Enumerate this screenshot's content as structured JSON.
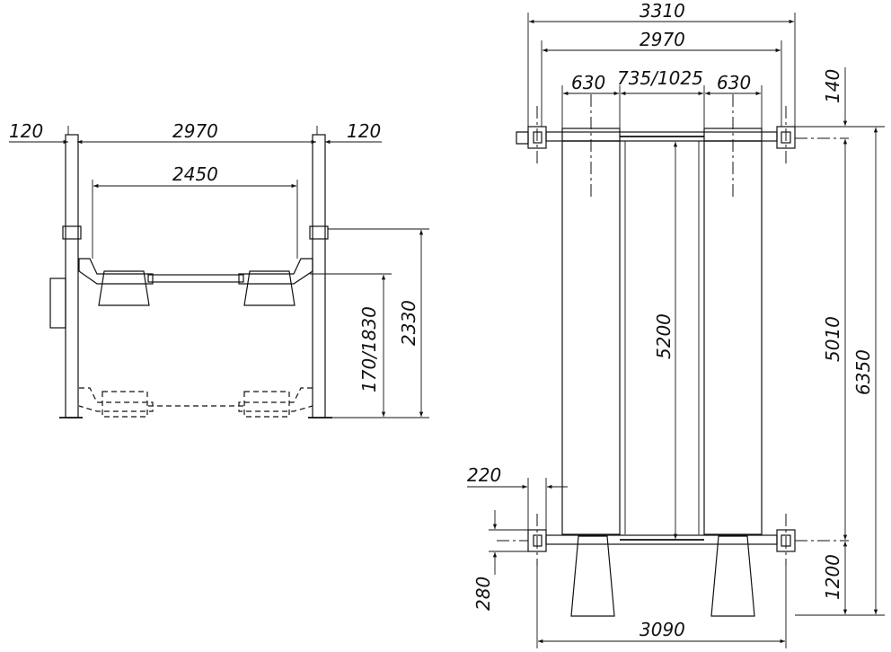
{
  "front_view": {
    "dims": {
      "post_offset_left": "120",
      "between_posts": "2970",
      "post_offset_right": "120",
      "runway_span": "2450",
      "lift_height": "170/1830",
      "total_height": "2330"
    }
  },
  "top_view": {
    "dims": {
      "overall_width": "3310",
      "inner_width": "2970",
      "runway_width_left": "630",
      "runway_gap": "735/1025",
      "runway_width_right": "630",
      "top_offset": "140",
      "runway_length": "5200",
      "post_spacing": "5010",
      "overall_length": "6350",
      "post_inset": "220",
      "post_depth": "280",
      "rear_extension": "1200",
      "base_width": "3090"
    }
  }
}
